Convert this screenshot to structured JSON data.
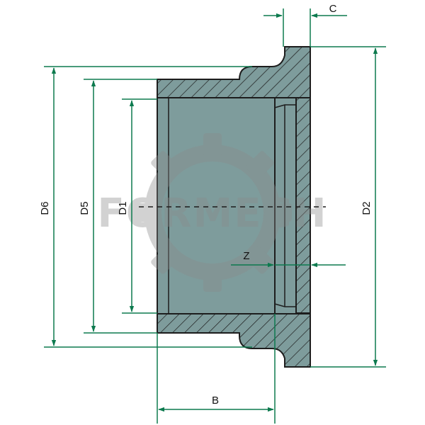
{
  "colors": {
    "body_fill": "#7e9c9c",
    "outline": "#1d1d1d",
    "dimension_line": "#0d7a4e",
    "watermark": "#8a8a8a",
    "background": "#ffffff"
  },
  "labels": {
    "d6": "D6",
    "d5": "D5",
    "d1": "D1",
    "d2": "D2",
    "b": "B",
    "c": "C",
    "z": "Z"
  },
  "watermark": {
    "text": "FORMECH",
    "icon": "gear-icon"
  }
}
